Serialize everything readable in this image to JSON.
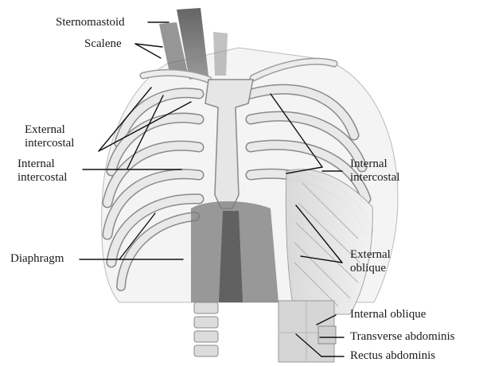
{
  "labels": {
    "sternomastoid": "Sternomastoid",
    "scalene": "Scalene",
    "external_intercostal_left": {
      "line1": "External",
      "line2": "intercostal"
    },
    "internal_intercostal_left": {
      "line1": "Internal",
      "line2": "intercostal"
    },
    "diaphragm": "Diaphragm",
    "internal_intercostal_right": {
      "line1": "Internal",
      "line2": "intercostal"
    },
    "external_oblique": {
      "line1": "External",
      "line2": "oblique"
    },
    "internal_oblique": "Internal oblique",
    "transverse_abdominis": "Transverse abdominis",
    "rectus_abdominis": "Rectus abdominis"
  },
  "colors": {
    "text": "#1a1a1a",
    "leader_line": "#111111",
    "bone_fill": "#e9e9e9",
    "bone_stroke": "#8a8a8a",
    "muscle_dark": "#5a5a5a"
  }
}
